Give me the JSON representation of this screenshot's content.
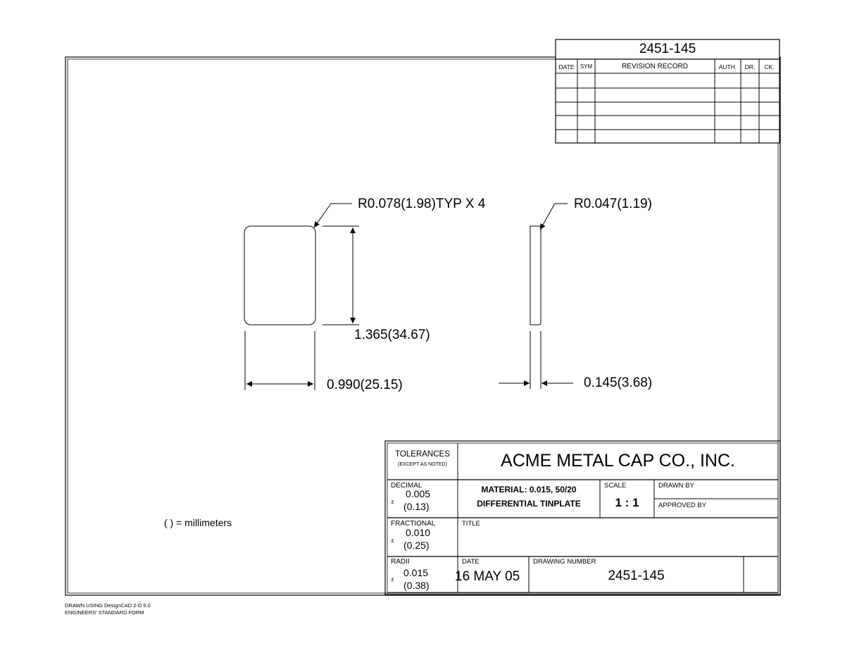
{
  "revision_block": {
    "drawing_number": "2451-145",
    "headers": {
      "date": "DATE",
      "sym": "SYM",
      "record": "REVISION RECORD",
      "auth": "AUTH.",
      "dr": "DR.",
      "ck": "CK."
    },
    "rows": 5
  },
  "dimensions": {
    "corner_radius_front": "R0.078(1.98)TYP X 4",
    "corner_radius_side": "R0.047(1.19)",
    "height": "1.365(34.67)",
    "width": "0.990(25.15)",
    "thickness": "0.145(3.68)"
  },
  "note_units": "( ) = millimeters",
  "title_block": {
    "tolerances_label": "TOLERANCES",
    "tolerances_sub": "(EXCEPT AS NOTED)",
    "company": "ACME METAL CAP CO., INC.",
    "decimal_label": "DECIMAL",
    "decimal_value": "0.005",
    "decimal_mm": "(0.13)",
    "material_line1": "MATERIAL:  0.015,  50/20",
    "material_line2": "DIFFERENTIAL TINPLATE",
    "scale_label": "SCALE",
    "scale_value": "1 : 1",
    "drawn_by_label": "DRAWN BY",
    "approved_by_label": "APPROVED BY",
    "fractional_label": "FRACTIONAL",
    "fractional_value": "0.010",
    "fractional_mm": "(0.25)",
    "title_label": "TITLE",
    "radii_label": "RADII",
    "radii_value": "0.015",
    "radii_mm": "(0.38)",
    "date_label": "DATE",
    "date_value": "16 MAY 05",
    "drawing_number_label": "DRAWING NUMBER",
    "drawing_number": "2451-145",
    "plus_minus": "±"
  },
  "footer": {
    "line1": "DRAWN USING DesignCAD 2-D 5.0",
    "line2": "ENGINEERS' STANDARD FORM"
  }
}
